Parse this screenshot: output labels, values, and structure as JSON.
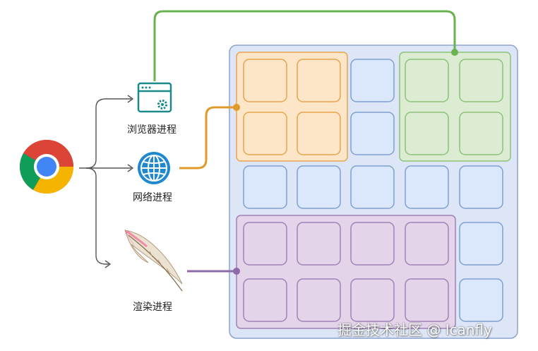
{
  "labels": {
    "browser_process": "浏览器进程",
    "network_process": "网络进程",
    "render_process": "渲染进程"
  },
  "watermark": "掘金技术社区 @ Icanfly",
  "colors": {
    "outer_fill": "#dde6f7",
    "outer_stroke": "#8aa3cf",
    "blue_cell_fill": "#dbe7fb",
    "blue_cell_stroke": "#7f9fd0",
    "orange_fill": "#fde5c7",
    "orange_stroke": "#e6a44e",
    "orange_line": "#e09a2a",
    "green_fill": "#dcecd2",
    "green_stroke": "#8cc27a",
    "green_line": "#6ab150",
    "purple_fill": "#e3d4ea",
    "purple_stroke": "#a081b4",
    "purple_line": "#8e6aa6",
    "arrow": "#555555",
    "browser_icon": "#1a8a8a",
    "globe_icon": "#1e88d0"
  },
  "icons": {
    "chrome": "chrome-logo",
    "browser": "browser-window-gear-icon",
    "network": "globe-icon",
    "render": "feather-icon"
  }
}
